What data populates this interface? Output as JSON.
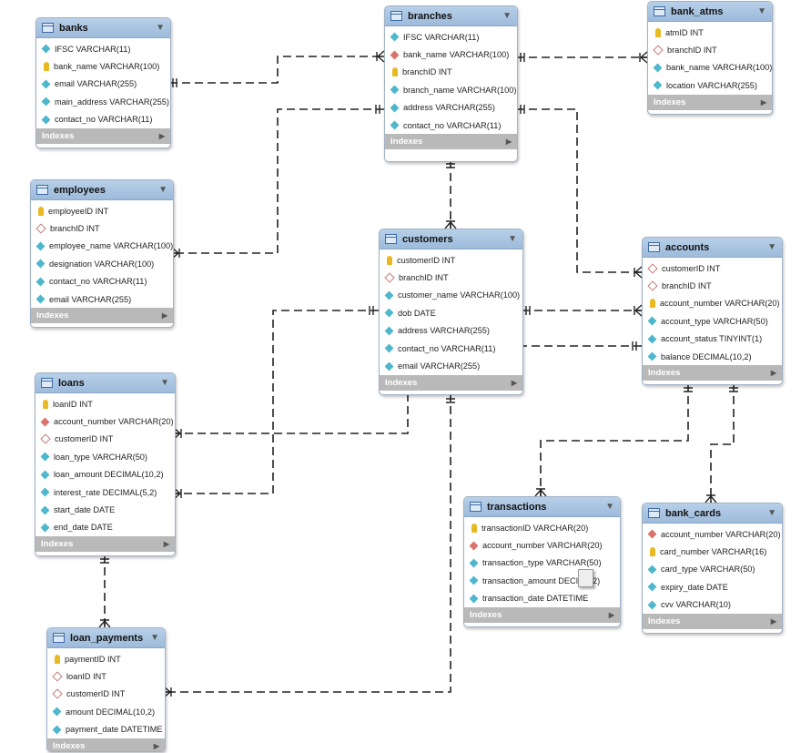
{
  "indexes_label": "Indexes",
  "tables": {
    "banks": {
      "name": "banks",
      "columns": [
        {
          "icon": "column",
          "text": "IFSC VARCHAR(11)"
        },
        {
          "icon": "key",
          "text": "bank_name VARCHAR(100)"
        },
        {
          "icon": "column",
          "text": "email VARCHAR(255)"
        },
        {
          "icon": "column",
          "text": "main_address VARCHAR(255)"
        },
        {
          "icon": "column",
          "text": "contact_no VARCHAR(11)"
        }
      ]
    },
    "branches": {
      "name": "branches",
      "columns": [
        {
          "icon": "column",
          "text": "IFSC VARCHAR(11)"
        },
        {
          "icon": "foreign",
          "text": "bank_name VARCHAR(100)"
        },
        {
          "icon": "key",
          "text": "branchID INT"
        },
        {
          "icon": "column",
          "text": "branch_name VARCHAR(100)"
        },
        {
          "icon": "column",
          "text": "address VARCHAR(255)"
        },
        {
          "icon": "column",
          "text": "contact_no VARCHAR(11)"
        }
      ]
    },
    "bank_atms": {
      "name": "bank_atms",
      "columns": [
        {
          "icon": "key",
          "text": "atmID INT"
        },
        {
          "icon": "nullable",
          "text": "branchID INT"
        },
        {
          "icon": "column",
          "text": "bank_name VARCHAR(100)"
        },
        {
          "icon": "column",
          "text": "location VARCHAR(255)"
        }
      ]
    },
    "employees": {
      "name": "employees",
      "columns": [
        {
          "icon": "key",
          "text": "employeeID INT"
        },
        {
          "icon": "nullable",
          "text": "branchID INT"
        },
        {
          "icon": "column",
          "text": "employee_name VARCHAR(100)"
        },
        {
          "icon": "column",
          "text": "designation VARCHAR(100)"
        },
        {
          "icon": "column",
          "text": "contact_no VARCHAR(11)"
        },
        {
          "icon": "column",
          "text": "email VARCHAR(255)"
        }
      ]
    },
    "customers": {
      "name": "customers",
      "columns": [
        {
          "icon": "key",
          "text": "customerID INT"
        },
        {
          "icon": "nullable",
          "text": "branchID INT"
        },
        {
          "icon": "column",
          "text": "customer_name VARCHAR(100)"
        },
        {
          "icon": "column",
          "text": "dob DATE"
        },
        {
          "icon": "column",
          "text": "address VARCHAR(255)"
        },
        {
          "icon": "column",
          "text": "contact_no VARCHAR(11)"
        },
        {
          "icon": "column",
          "text": "email VARCHAR(255)"
        }
      ]
    },
    "accounts": {
      "name": "accounts",
      "columns": [
        {
          "icon": "nullable",
          "text": "customerID INT"
        },
        {
          "icon": "nullable",
          "text": "branchID INT"
        },
        {
          "icon": "key",
          "text": "account_number VARCHAR(20)"
        },
        {
          "icon": "column",
          "text": "account_type VARCHAR(50)"
        },
        {
          "icon": "column",
          "text": "account_status TINYINT(1)"
        },
        {
          "icon": "column",
          "text": "balance DECIMAL(10,2)"
        }
      ]
    },
    "loans": {
      "name": "loans",
      "columns": [
        {
          "icon": "key",
          "text": "loanID INT"
        },
        {
          "icon": "foreign",
          "text": "account_number VARCHAR(20)"
        },
        {
          "icon": "nullable",
          "text": "customerID INT"
        },
        {
          "icon": "column",
          "text": "loan_type VARCHAR(50)"
        },
        {
          "icon": "column",
          "text": "loan_amount DECIMAL(10,2)"
        },
        {
          "icon": "column",
          "text": "interest_rate DECIMAL(5,2)"
        },
        {
          "icon": "column",
          "text": "start_date DATE"
        },
        {
          "icon": "column",
          "text": "end_date DATE"
        }
      ]
    },
    "transactions": {
      "name": "transactions",
      "columns": [
        {
          "icon": "key",
          "text": "transactionID VARCHAR(20)"
        },
        {
          "icon": "foreign",
          "text": "account_number VARCHAR(20)"
        },
        {
          "icon": "column",
          "text": "transaction_type VARCHAR(50)"
        },
        {
          "icon": "column",
          "text": "transaction_amount DECI(10,2)"
        },
        {
          "icon": "column",
          "text": "transaction_date DATETIME"
        }
      ]
    },
    "bank_cards": {
      "name": "bank_cards",
      "columns": [
        {
          "icon": "foreign",
          "text": "account_number VARCHAR(20)"
        },
        {
          "icon": "key",
          "text": "card_number VARCHAR(16)"
        },
        {
          "icon": "column",
          "text": "card_type VARCHAR(50)"
        },
        {
          "icon": "column",
          "text": "expiry_date DATE"
        },
        {
          "icon": "column",
          "text": "cvv VARCHAR(10)"
        }
      ]
    },
    "loan_payments": {
      "name": "loan_payments",
      "columns": [
        {
          "icon": "key",
          "text": "paymentID INT"
        },
        {
          "icon": "nullable",
          "text": "loanID INT"
        },
        {
          "icon": "nullable",
          "text": "customerID INT"
        },
        {
          "icon": "column",
          "text": "amount DECIMAL(10,2)"
        },
        {
          "icon": "column",
          "text": "payment_date DATETIME"
        }
      ]
    }
  },
  "colors": {
    "header": "#a8c4e0",
    "footer": "#b9b9b9",
    "line": "#222222"
  }
}
